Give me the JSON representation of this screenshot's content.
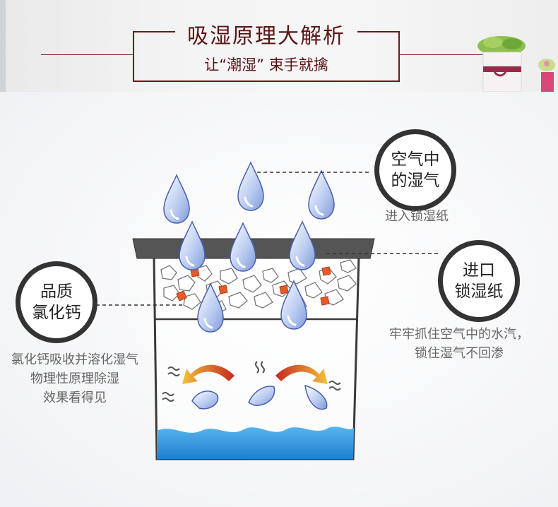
{
  "header": {
    "title": "吸湿原理大解析",
    "subtitle": "让“潮湿” 束手就擒"
  },
  "labels": {
    "air_moisture": {
      "line1": "空气中",
      "line2": "的湿气",
      "desc": "进入锁湿纸"
    },
    "inlet_paper": {
      "line1": "进口",
      "line2": "锁湿纸",
      "desc1": "牢牢抓住空气中的水汽，",
      "desc2": "锁住湿气不回渗"
    },
    "calcium_chloride": {
      "line1": "品质",
      "line2": "氯化钙",
      "desc1": "氯化钙吸收并溶化湿气",
      "desc2": "物理性原理除湿",
      "desc3": "效果看得见"
    }
  },
  "colors": {
    "title_dark_red": "#5a1414",
    "circle_border": "#333333",
    "droplet": "#9ab3e6",
    "water": "#3fa3e3",
    "arrow_start": "#c8281e",
    "arrow_end": "#f2c13a"
  }
}
